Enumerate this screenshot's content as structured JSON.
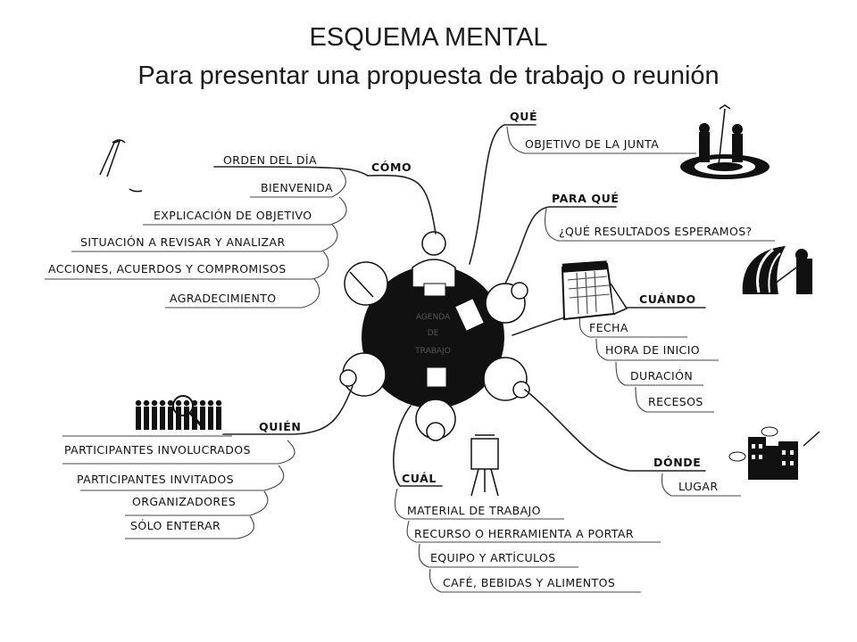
{
  "title": "ESQUEMA MENTAL",
  "subtitle": "Para presentar una propuesta de trabajo o reunión",
  "center_label": [
    "AGENDA",
    "DE",
    "TRABAJO"
  ],
  "branches": {
    "como": {
      "label": "CÓMO",
      "items": [
        "ORDEN DEL DÍA",
        "BIENVENIDA",
        "EXPLICACIÓN DE OBJETIVO",
        "SITUACIÓN A REVISAR Y ANALIZAR",
        "ACCIONES, ACUERDOS Y COMPROMISOS",
        "AGRADECIMIENTO"
      ]
    },
    "que": {
      "label": "QUÉ",
      "items": [
        "OBJETIVO DE LA JUNTA"
      ]
    },
    "para_que": {
      "label": "PARA QUÉ",
      "items": [
        "¿QUÉ RESULTADOS ESPERAMOS?"
      ]
    },
    "cuando": {
      "label": "CUÁNDO",
      "items": [
        "FECHA",
        "HORA DE INICIO",
        "DURACIÓN",
        "RECESOS"
      ]
    },
    "donde": {
      "label": "DÓNDE",
      "items": [
        "LUGAR"
      ]
    },
    "cual": {
      "label": "CUÁL",
      "items": [
        "MATERIAL DE TRABAJO",
        "RECURSO O HERRAMIENTA A PORTAR",
        "EQUIPO Y ARTÍCULOS",
        "CAFÉ, BEBIDAS Y ALIMENTOS"
      ]
    },
    "quien": {
      "label": "QUIÉN",
      "items": [
        "PARTICIPANTES INVOLUCRADOS",
        "PARTICIPANTES INVITADOS",
        "ORGANIZADORES",
        "SÓLO ENTERAR"
      ]
    }
  },
  "icons": [
    "pen-icon",
    "target-icon",
    "chart-presenter-icon",
    "calendar-icon",
    "building-icon",
    "flipchart-icon",
    "crowd-magnifier-icon",
    "meeting-table-icon"
  ]
}
